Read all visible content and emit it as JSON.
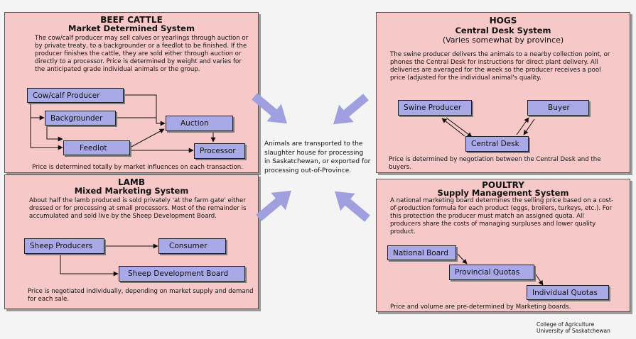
{
  "beef": {
    "title": "BEEF CATTLE",
    "subtitle": "Market Determined System",
    "description": "The cow/calf producer may sell calves or yearlings through auction or by private treaty, to a backgrounder or a feedlot to be finished. If the producer finishes the cattle, they are sold either through auction or directly to a processor. Price is determined by weight and varies for the anticipated grade individual animals or the group.",
    "nodes": {
      "cowcalf": "Cow/calf Producer",
      "backgrounder": "Backgrounder",
      "auction": "Auction",
      "feedlot": "Feedlot",
      "processor": "Processor"
    },
    "footer": "Price is determined totally by market influences on each transaction."
  },
  "lamb": {
    "title": "LAMB",
    "subtitle": "Mixed Marketing System",
    "description": "About half the lamb produced is sold privately 'at the farm gate' either dressed or for processing at small processors. Most of the remainder is accumulated and sold live by the Sheep Development Board.",
    "nodes": {
      "producers": "Sheep Producers",
      "consumer": "Consumer",
      "board": "Sheep Development Board"
    },
    "footer": "Price is negotiated individually, depending on market supply and demand for each sale."
  },
  "hogs": {
    "title": "HOGS",
    "subtitle": "Central Desk System",
    "subtitle2": "(Varies somewhat by province)",
    "description": "The swine producer delivers the animals to a nearby collection point, or phones the Central Desk for instructions for direct plant delivery. All deliveries are averaged for the week so the producer receives a pool price (adjusted for the individual animal's quality.",
    "nodes": {
      "swine": "Swine Producer",
      "buyer": "Buyer",
      "desk": "Central Desk"
    },
    "footer": "Price is determined by negotiation between the Central Desk and the buyers."
  },
  "poultry": {
    "title": "POULTRY",
    "subtitle": "Supply Management System",
    "description": "A national marketing board determines the selling price based on a cost-of-production formula for each product (eggs, broilers, turkeys, etc.). For this protection the producer must match an assigned quota. All producers share the costs of managing surpluses and lower quality product.",
    "nodes": {
      "national": "National Board",
      "provincial": "Provincial Quotas",
      "individual": "Individual Quotas"
    },
    "footer": "Price and volume are pre-determined by Marketing boards."
  },
  "center_text": "Animals are transported to the slaughter house for processing in Saskatchewan, or exported for processing out-of-Province.",
  "credit": {
    "line1": "College of Agriculture",
    "line2": "University of Saskatchewan"
  },
  "colors": {
    "panel": "#f6c8c8",
    "node": "#a9a9e8",
    "arrow": "#a0a0e0",
    "background": "#f4f4f4"
  }
}
